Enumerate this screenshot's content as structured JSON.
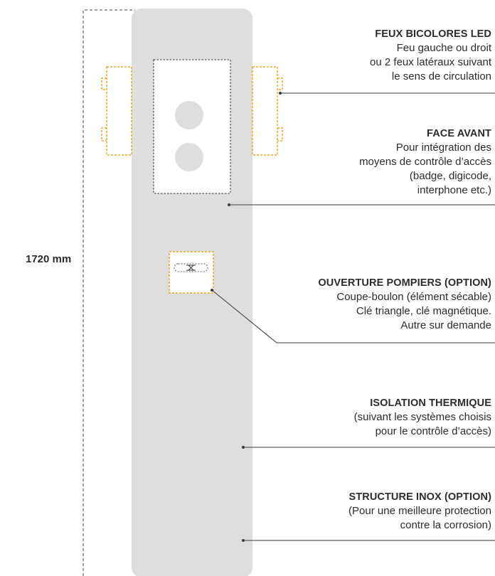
{
  "height": "1720 mm",
  "callouts": [
    {
      "title": "FEUX BICOLORES LED",
      "lines": [
        "Feu gauche ou droit",
        "ou 2 feux latéraux suivant",
        "le sens de circulation"
      ]
    },
    {
      "title": "FACE AVANT",
      "lines": [
        "Pour intégration des",
        "moyens de contrôle d’accès",
        "(badge, digicode,",
        "interphone etc.)"
      ]
    },
    {
      "title": "OUVERTURE POMPIERS (OPTION)",
      "lines": [
        "Coupe-boulon (élément sécable)",
        "Clé triangle, clé magnétique.",
        "Autre sur demande"
      ]
    },
    {
      "title": "ISOLATION THERMIQUE",
      "lines": [
        "(suivant les systèmes choisis",
        "pour le contrôle d’accès)"
      ]
    },
    {
      "title": "STRUCTURE INOX (OPTION)",
      "lines": [
        "(Pour une meilleure protection",
        "contre la corrosion)"
      ]
    }
  ],
  "colors": {
    "body": "#dedede",
    "accent": "#f4a31e",
    "line": "#3a3a3a"
  }
}
